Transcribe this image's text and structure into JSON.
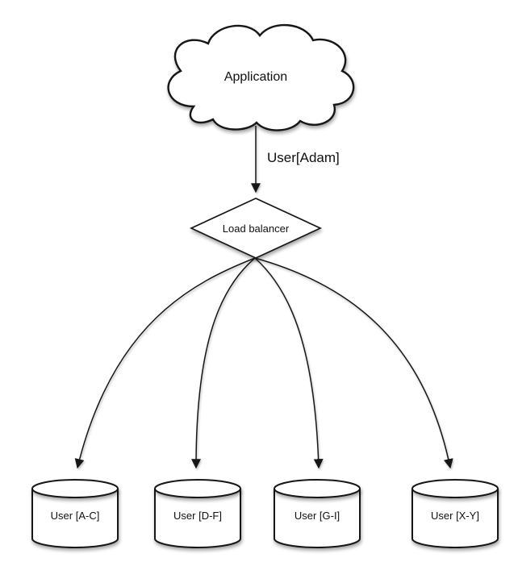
{
  "diagram": {
    "background_color": "#ffffff",
    "stroke_color": "#161616",
    "node_fill_color": "#ffffff",
    "nodes": {
      "application": {
        "type": "cloud",
        "label": "Application"
      },
      "load_balancer": {
        "type": "diamond",
        "label": "Load balancer"
      },
      "databases": [
        {
          "type": "cylinder",
          "label": "User [A-C]"
        },
        {
          "type": "cylinder",
          "label": "User [D-F]"
        },
        {
          "type": "cylinder",
          "label": "User [G-I]"
        },
        {
          "type": "cylinder",
          "label": "User [X-Y]"
        }
      ]
    },
    "edges": {
      "app_to_lb": {
        "label": "User[Adam]"
      },
      "lb_to_databases": {
        "label": ""
      }
    }
  }
}
